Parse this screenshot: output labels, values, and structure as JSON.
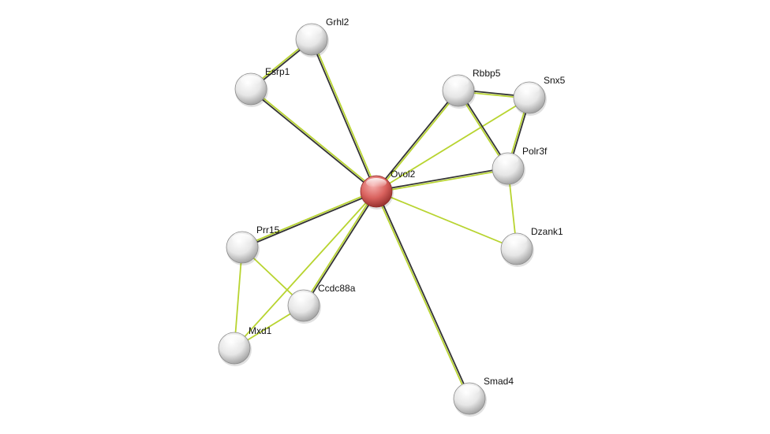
{
  "network": {
    "query_node": "Ovol2",
    "nodes": [
      {
        "name": "Grhl2",
        "color": "#e8e8e8"
      },
      {
        "name": "Esrp1",
        "color": "#e8e8e8"
      },
      {
        "name": "Rbbp5",
        "color": "#e8e8e8"
      },
      {
        "name": "Snx5",
        "color": "#e8e8e8"
      },
      {
        "name": "Polr3f",
        "color": "#e8e8e8"
      },
      {
        "name": "Ovol2",
        "color": "#d9534f"
      },
      {
        "name": "Prr15",
        "color": "#e8e8e8"
      },
      {
        "name": "Dzank1",
        "color": "#e8e8e8"
      },
      {
        "name": "Ccdc88a",
        "color": "#e8e8e8"
      },
      {
        "name": "Mxd1",
        "color": "#e8e8e8"
      },
      {
        "name": "Smad4",
        "color": "#e8e8e8"
      }
    ],
    "edge_colors": {
      "textmining": "#b8d430",
      "coexpression": "#333333"
    },
    "edges": [
      {
        "from": "Ovol2",
        "to": "Grhl2",
        "types": [
          "coexpression",
          "textmining"
        ]
      },
      {
        "from": "Ovol2",
        "to": "Esrp1",
        "types": [
          "coexpression",
          "textmining"
        ]
      },
      {
        "from": "Ovol2",
        "to": "Rbbp5",
        "types": [
          "coexpression",
          "textmining"
        ]
      },
      {
        "from": "Ovol2",
        "to": "Snx5",
        "types": [
          "textmining"
        ]
      },
      {
        "from": "Ovol2",
        "to": "Polr3f",
        "types": [
          "coexpression",
          "textmining"
        ]
      },
      {
        "from": "Ovol2",
        "to": "Dzank1",
        "types": [
          "textmining"
        ]
      },
      {
        "from": "Ovol2",
        "to": "Prr15",
        "types": [
          "coexpression",
          "textmining"
        ]
      },
      {
        "from": "Ovol2",
        "to": "Ccdc88a",
        "types": [
          "coexpression",
          "textmining"
        ]
      },
      {
        "from": "Ovol2",
        "to": "Mxd1",
        "types": [
          "textmining"
        ]
      },
      {
        "from": "Ovol2",
        "to": "Smad4",
        "types": [
          "coexpression",
          "textmining"
        ]
      },
      {
        "from": "Grhl2",
        "to": "Esrp1",
        "types": [
          "coexpression",
          "textmining"
        ]
      },
      {
        "from": "Rbbp5",
        "to": "Snx5",
        "types": [
          "coexpression",
          "textmining"
        ]
      },
      {
        "from": "Rbbp5",
        "to": "Polr3f",
        "types": [
          "coexpression",
          "textmining"
        ]
      },
      {
        "from": "Snx5",
        "to": "Polr3f",
        "types": [
          "coexpression",
          "textmining"
        ]
      },
      {
        "from": "Polr3f",
        "to": "Dzank1",
        "types": [
          "textmining"
        ]
      },
      {
        "from": "Prr15",
        "to": "Mxd1",
        "types": [
          "textmining"
        ]
      },
      {
        "from": "Prr15",
        "to": "Ccdc88a",
        "types": [
          "textmining"
        ]
      },
      {
        "from": "Ccdc88a",
        "to": "Mxd1",
        "types": [
          "textmining"
        ]
      }
    ]
  }
}
